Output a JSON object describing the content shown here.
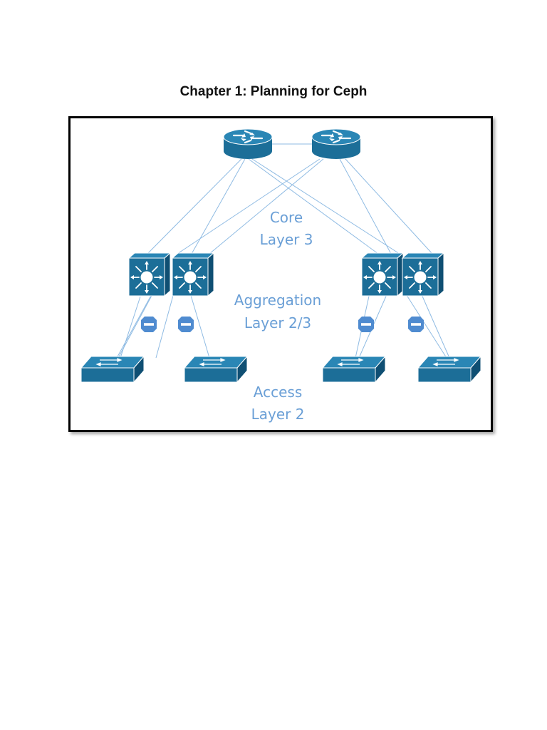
{
  "page": {
    "title": "Chapter 1: Planning for Ceph"
  },
  "diagram": {
    "labels": {
      "core": [
        "Core",
        "Layer 3"
      ],
      "aggregation": [
        "Aggregation",
        "Layer 2/3"
      ],
      "access": [
        "Access",
        "Layer 2"
      ]
    },
    "colors": {
      "device": "#1c6e98",
      "device_dark": "#0f4f73",
      "device_top": "#2a86b5",
      "link": "#8fbbe3",
      "label": "#6a9fd6",
      "blocked_port": "#4f8bd0"
    },
    "icons": {
      "core": "router-icon",
      "aggregation": "multilayer-switch-icon",
      "access": "workgroup-switch-icon",
      "blocked": "blocked-port-icon"
    }
  }
}
